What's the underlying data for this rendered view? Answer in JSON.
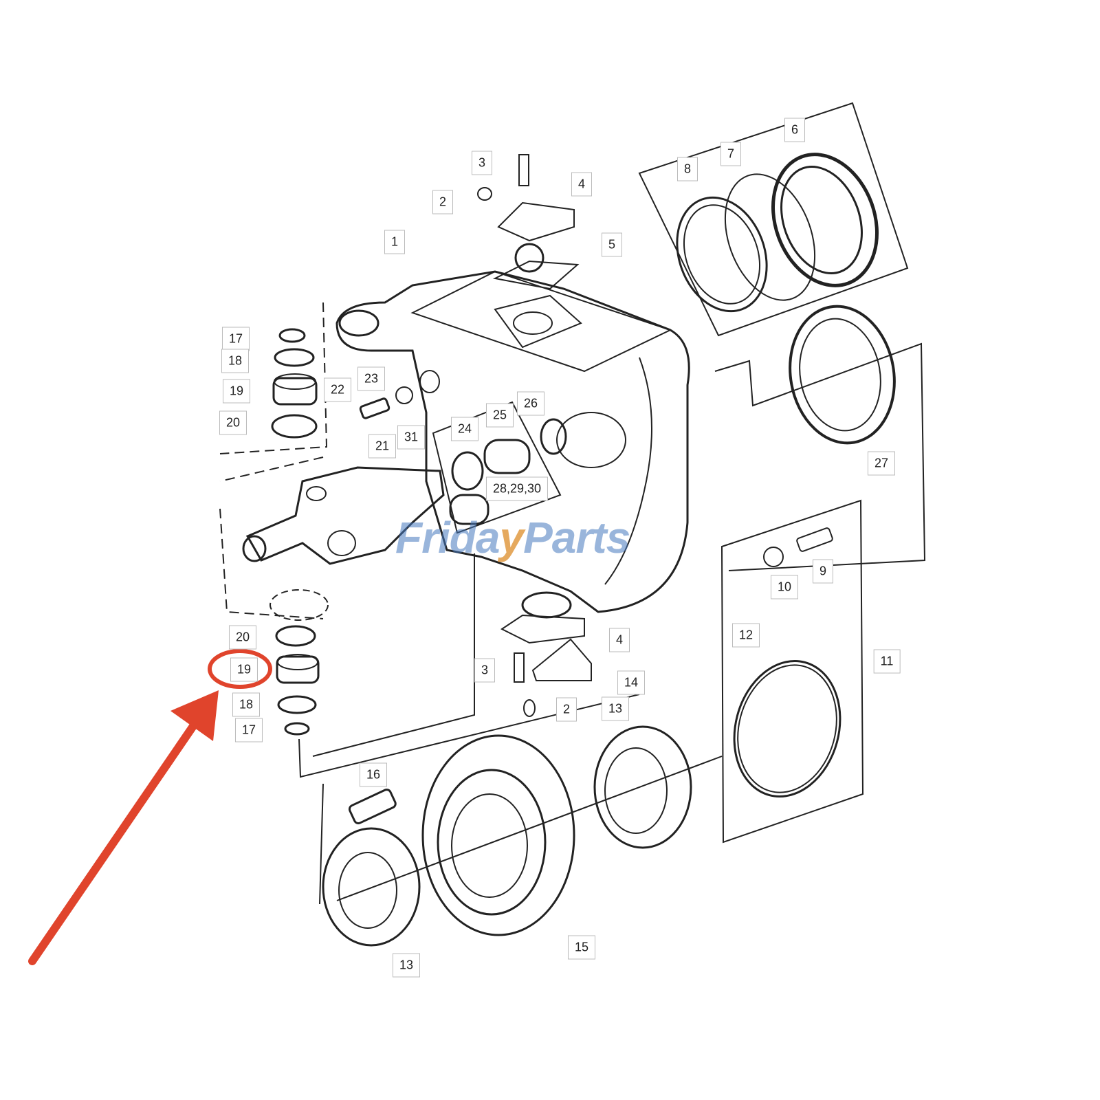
{
  "watermark": {
    "part1": "Frida",
    "part2": "y",
    "part3": "Parts"
  },
  "highlight_color": "#e0442c",
  "highlighted_part": "19",
  "labels": [
    "3",
    "2",
    "4",
    "1",
    "5",
    "8",
    "7",
    "6",
    "17",
    "18",
    "19",
    "20",
    "22",
    "23",
    "21",
    "31",
    "24",
    "25",
    "26",
    "28,29,30",
    "27",
    "10",
    "9",
    "12",
    "11",
    "20",
    "19",
    "18",
    "17",
    "4",
    "14",
    "3",
    "2",
    "13",
    "16",
    "15",
    "13"
  ]
}
